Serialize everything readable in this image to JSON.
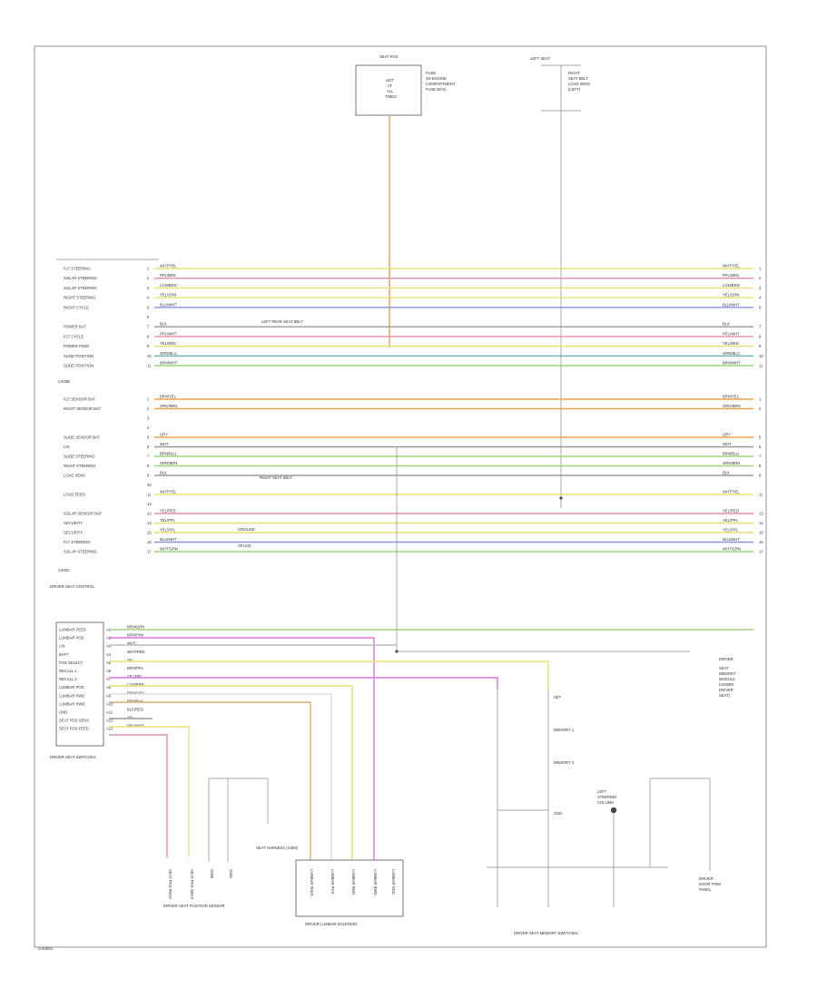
{
  "footer_code": "G43661",
  "colors": {
    "yellow": "#e6e070",
    "pink": "#e88ab2",
    "orange": "#f3a04a",
    "blue": "#8a90e8",
    "green": "#9ed57a",
    "teal": "#6ab0c0",
    "magenta": "#e070e0",
    "gray": "#9a9a9a"
  },
  "upper_connector": {
    "rows": [
      {
        "label": "FLT STEERING",
        "pin": "1",
        "wire": "WHT/YEL",
        "color": "yellow"
      },
      {
        "label": "SOLAR STEERING",
        "pin": "2",
        "wire": "PPL/BRN",
        "color": "pink"
      },
      {
        "label": "SOLAR STEERING",
        "pin": "3",
        "wire": "LGN/BRN",
        "color": "yellow"
      },
      {
        "label": "RIGHT STEERING",
        "pin": "4",
        "wire": "YEL/GRN",
        "color": "yellow"
      },
      {
        "label": "RIGHT CYCLE",
        "pin": "5",
        "wire": "BLU/WHT",
        "color": "blue"
      },
      {
        "label": "",
        "pin": "6",
        "wire": "",
        "color": ""
      },
      {
        "label": "POWER BAT",
        "pin": "7",
        "wire": "BLK",
        "color": "gray"
      },
      {
        "label": "FLT CYCLE",
        "pin": "8",
        "wire": "PPL/WHT",
        "color": "pink"
      },
      {
        "label": "POWER FEED",
        "pin": "9",
        "wire": "YEL/RED",
        "color": "yellow"
      },
      {
        "label": "SLIDE POSITION",
        "pin": "10",
        "wire": "GRN/BLU",
        "color": "teal"
      },
      {
        "label": "SLIDE POSITION",
        "pin": "11",
        "wire": "BRN/WHT",
        "color": "green"
      }
    ],
    "bottom_label": "C400B"
  },
  "middle_connector": {
    "rows": [
      {
        "label": "FLT SENSOR BAT",
        "pin": "1",
        "wire": "BRN/YEL",
        "color": "orange"
      },
      {
        "label": "RIGHT SENSOR BAT",
        "pin": "2",
        "wire": "ORG/BRN",
        "color": "orange"
      },
      {
        "label": "",
        "pin": "3",
        "wire": "",
        "color": ""
      },
      {
        "label": "",
        "pin": "4",
        "wire": "",
        "color": ""
      },
      {
        "label": "SLIDE SENSOR BAT",
        "pin": "5",
        "wire": "GRY",
        "color": "orange"
      },
      {
        "label": "LIN",
        "pin": "6",
        "wire": "WHT",
        "color": "gray"
      },
      {
        "label": "SLIDE STEERING",
        "pin": "7",
        "wire": "BRN/BLU",
        "color": "green"
      },
      {
        "label": "RIGHT STEERING",
        "pin": "8",
        "wire": "GRN/BRN",
        "color": "green"
      },
      {
        "label": "LOAD SENS",
        "pin": "9",
        "wire": "BLK",
        "color": "gray"
      },
      {
        "label": "",
        "pin": "10",
        "wire": "",
        "color": ""
      },
      {
        "label": "LOAD FEED",
        "pin": "11",
        "wire": "WHT/YEL",
        "color": "yellow"
      },
      {
        "label": "",
        "pin": "12",
        "wire": "",
        "color": ""
      },
      {
        "label": "SOLAR SENSOR BAT",
        "pin": "13",
        "wire": "YEL/RED",
        "color": "pink"
      },
      {
        "label": "SECURITY",
        "pin": "14",
        "wire": "YEL/PPL",
        "color": "yellow"
      },
      {
        "label": "SECURITY",
        "pin": "15",
        "wire": "YEL/PPL",
        "color": "yellow"
      },
      {
        "label": "FLT STEERING",
        "pin": "16",
        "wire": "BLU/WHT",
        "color": "blue"
      },
      {
        "label": "SOLAR STEERING",
        "pin": "17",
        "wire": "WHT/GRN",
        "color": "green"
      }
    ],
    "bottom_label": "C400C"
  },
  "notes": {
    "seat_ctrl": "DRIVER SEAT CONTROL",
    "left_rear": "LEFT REAR SEAT BELT",
    "right_unit": "RIGHT SEAT BELT",
    "ground": "GROUND",
    "splice": "SPLICE"
  },
  "module_box": {
    "title": "DRIVER SEAT SWITCHES",
    "pins": [
      {
        "label": "LUMBAR FEED",
        "pin": "A1",
        "wire": "BRN/GRN"
      },
      {
        "label": "LUMBAR POS",
        "pin": "A2",
        "wire": "BRN/PNK"
      },
      {
        "label": "LIN",
        "pin": "A3",
        "wire": "WHT"
      },
      {
        "label": "BATT",
        "pin": "A4",
        "wire": "WHT/RED"
      },
      {
        "label": "POS SELECT",
        "pin": "A5",
        "wire": "YEL"
      },
      {
        "label": "RECALL 1",
        "pin": "A6",
        "wire": "BRN/PPL"
      },
      {
        "label": "RECALL 2",
        "pin": "A7",
        "wire": "YEL/PPL"
      },
      {
        "label": "LUMBAR POS",
        "pin": "A8",
        "wire": "LGN/BRN"
      },
      {
        "label": "LUMBAR FWD",
        "pin": "A9",
        "wire": "BRN/GRY"
      },
      {
        "label": "LUMBAR RWD",
        "pin": "A10",
        "wire": "BRN/BLK"
      },
      {
        "label": "GND",
        "pin": "A11",
        "wire": "BLK/RED"
      },
      {
        "label": "SEAT POS SENS",
        "pin": "A12",
        "wire": "YEL"
      },
      {
        "label": "SEAT POS FEED",
        "pin": "A13",
        "wire": "PPL/WHT"
      }
    ]
  },
  "top_box": {
    "title": "SEAT POS",
    "lines": [
      "HOT",
      "AT",
      "ALL",
      "TIMES"
    ],
    "caption": [
      "FUSE",
      "(IN ENGINE",
      "COMPARTMENT",
      "FUSE BOX)"
    ]
  },
  "top_right": {
    "title": "LEFT SEAT",
    "caption": [
      "RIGHT",
      "SEAT BELT",
      "LOAD SENS",
      "(LEFT)"
    ]
  },
  "bottom_left": {
    "labels": [
      "SEAT POS FEED",
      "SEAT POS SENS",
      "G300",
      "G301"
    ],
    "caption": "DRIVER SEAT POSITION SENSOR",
    "note": "SEAT HARNESS (G300)"
  },
  "bottom_center": {
    "caption": "DRIVER LUMBAR SOLENOID",
    "pins": [
      "LUMBAR FEED",
      "LUMBAR POS",
      "LUMBAR FWD",
      "LUMBAR RWD",
      "LUMBAR GND"
    ]
  },
  "bottom_right": {
    "caption": "DRIVER SEAT MEMORY SWITCHES",
    "labels": [
      "SET",
      "MEMORY 1",
      "MEMORY 2",
      "GND"
    ],
    "side_note": [
      "LEFT",
      "STEERING",
      "COLUMN"
    ],
    "panel": [
      "DRIVER",
      "DOOR TRIM",
      "PANEL"
    ],
    "right_note": [
      "DRIVER",
      "SEAT",
      "MEMORY",
      "MODULE",
      "(UNDER",
      "DRIVER",
      "SEAT)"
    ]
  }
}
